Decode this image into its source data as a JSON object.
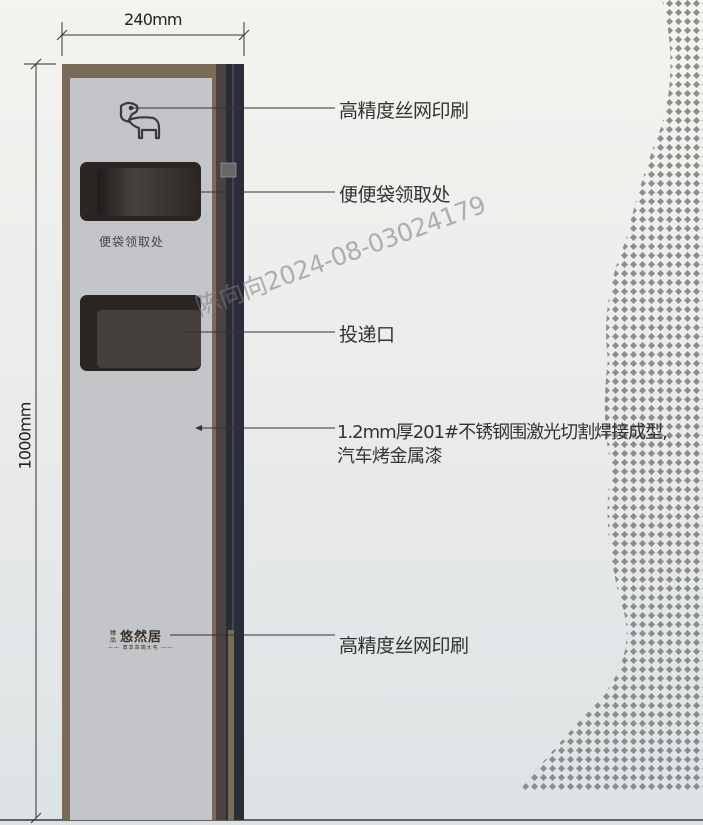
{
  "dimensions": {
    "width_label": "240mm",
    "height_label": "1000mm"
  },
  "panel": {
    "bag_area_label": "便袋领取处",
    "brand_name": "悠然居",
    "brand_small": "臻品",
    "brand_sub": "—— 尊享高端大宅 ——"
  },
  "annotations": [
    {
      "id": "print-top",
      "text": "高精度丝网印刷"
    },
    {
      "id": "bag-pickup",
      "text": "便便袋领取处"
    },
    {
      "id": "drop-slot",
      "text": "投递口"
    },
    {
      "id": "material-1",
      "text": "1.2mm厚201#不锈钢围激光切割焊接成型,"
    },
    {
      "id": "material-2",
      "text": "汽车烤金属漆"
    },
    {
      "id": "print-bottom",
      "text": "高精度丝网印刷"
    }
  ],
  "watermark": "陈向向2024-08-03024179",
  "colors": {
    "frame": "#7a6a58",
    "panel": "#c3c5c9",
    "side_strip": "#2a2c38",
    "slot": "#2b2624"
  },
  "icons": [
    "dog-icon"
  ]
}
